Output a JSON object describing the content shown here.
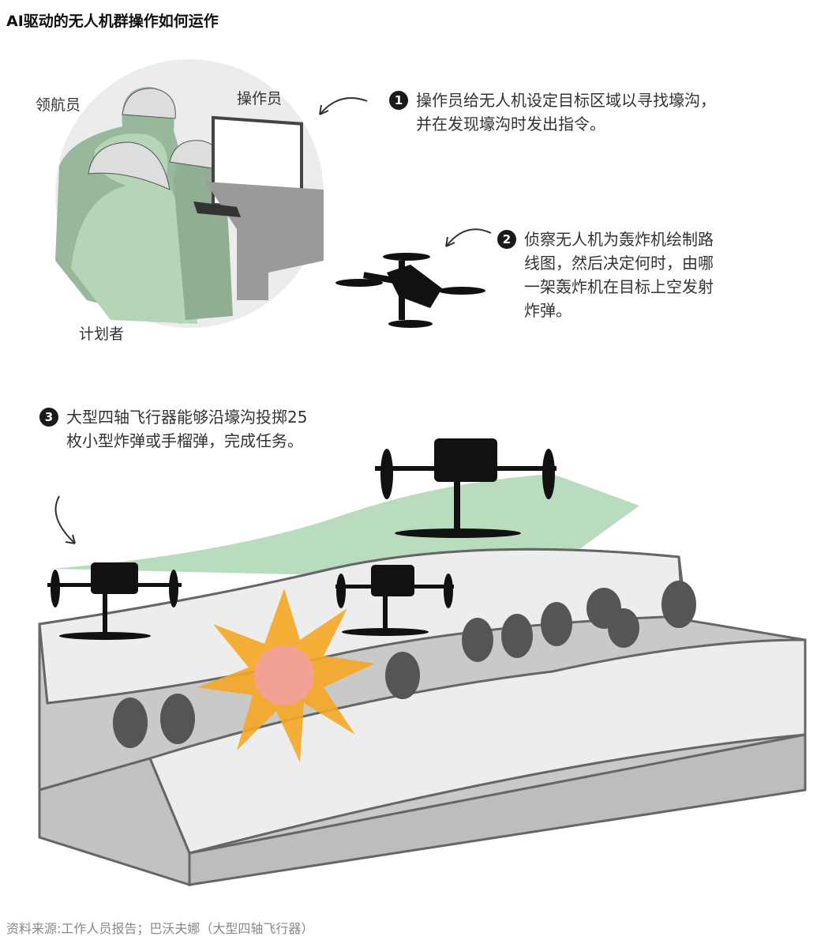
{
  "title": "AI驱动的无人机群操作如何运作",
  "roles": {
    "navigator": "领航员",
    "operator": "操作员",
    "planner": "计划者"
  },
  "steps": [
    {
      "number": "1",
      "text": "操作员给无人机设定目标区域以寻找壕沟，并在发现壕沟时发出指令。"
    },
    {
      "number": "2",
      "text": "侦察无人机为轰炸机绘制路线图，然后决定何时，由哪一架轰炸机在目标上空发射炸弹。"
    },
    {
      "number": "3",
      "text": "大型四轴飞行器能够沿壕沟投掷25枚小型炸弹或手榴弹，完成任务。"
    }
  ],
  "source": "资料来源:工作人员报告；巴沃夫娜（大型四轴飞行器）",
  "colors": {
    "green": "#b9dcbf",
    "ground": "#c8c8c8",
    "trench_top": "#ececec",
    "explosion": "#f5a623"
  }
}
